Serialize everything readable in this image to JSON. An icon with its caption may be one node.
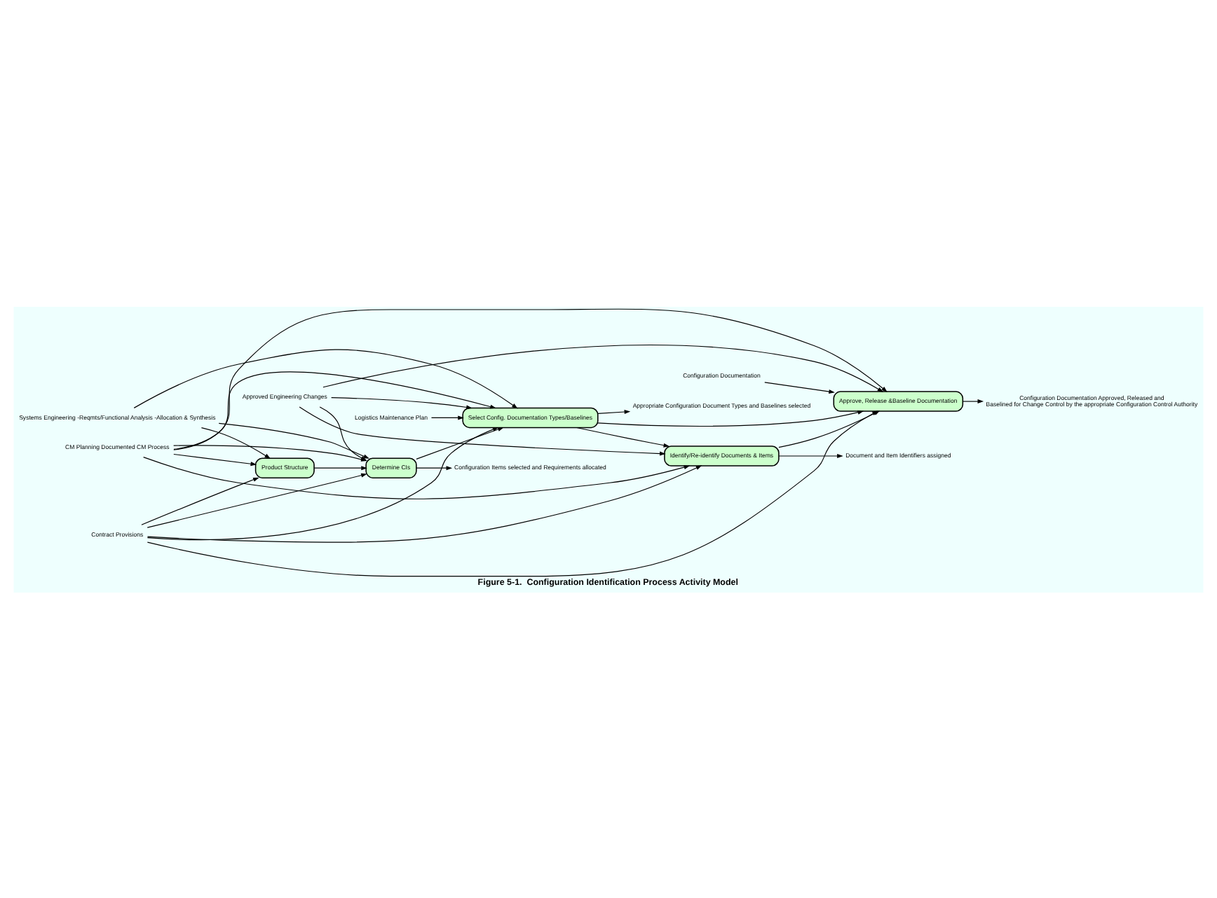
{
  "diagram": {
    "caption": "Figure 5-1.  Configuration Identification Process Activity Model",
    "nodes": [
      {
        "text": [
          "Contract Provisions"
        ]
      },
      {
        "text": [
          "Systems Engineering -Reqmts/Functional Analysis -Allocation & Synthesis"
        ]
      },
      {
        "text": [
          "Product Structure"
        ]
      },
      {
        "text": [
          "Determine CIs"
        ]
      },
      {
        "text": [
          "Select Config. Documentation Types/Baselines"
        ]
      },
      {
        "text": [
          "Identify/Re-identify Documents & Items"
        ]
      },
      {
        "text": [
          "Approve, Release &Baseline Documentation"
        ]
      },
      {
        "text": [
          "Logistics Maintenance Plan"
        ]
      },
      {
        "text": [
          "Approved Engineering Changes"
        ]
      },
      {
        "text": [
          "Configuration Documentation"
        ]
      },
      {
        "text": [
          "CM Planning Documented CM Process"
        ]
      },
      {
        "text": [
          "Configuration Items selected and Requirements allocated"
        ]
      },
      {
        "text": [
          "Appropriate Configuration Document Types and Baselines selected"
        ]
      },
      {
        "text": [
          "Document and Item Identifiers assigned"
        ]
      },
      {
        "text": [
          "Configuration Documentation Approved, Released and",
          "Baselined for Change Control by the appropriate Configuration Control Authority"
        ]
      }
    ],
    "edges": [
      {
        "from": 0,
        "to": 2,
        "arrow": "to"
      },
      {
        "from": 0,
        "to": 3,
        "arrow": "to"
      },
      {
        "from": 0,
        "to": 4,
        "arrow": "to"
      },
      {
        "from": 0,
        "to": 5,
        "arrow": "to"
      },
      {
        "from": 0,
        "to": 6,
        "arrow": "to"
      },
      {
        "from": 1,
        "to": 2,
        "arrow": "to"
      },
      {
        "from": 1,
        "to": 3,
        "arrow": "to"
      },
      {
        "from": 1,
        "to": 4,
        "arrow": "to"
      },
      {
        "from": 2,
        "to": 3,
        "arrow": "to"
      },
      {
        "from": 3,
        "to": 11,
        "arrow": "to"
      },
      {
        "from": 3,
        "to": 4,
        "arrow": "to"
      },
      {
        "from": 7,
        "to": 4,
        "arrow": "to"
      },
      {
        "from": 8,
        "to": 3,
        "arrow": "to"
      },
      {
        "from": 8,
        "to": 4,
        "arrow": "to"
      },
      {
        "from": 8,
        "to": 5,
        "arrow": "to"
      },
      {
        "from": 8,
        "to": 6,
        "arrow": "to"
      },
      {
        "from": 4,
        "to": 12,
        "arrow": "to"
      },
      {
        "from": 4,
        "to": 5,
        "arrow": "to"
      },
      {
        "from": 4,
        "to": 6,
        "arrow": "to"
      },
      {
        "from": 5,
        "to": 13,
        "arrow": "to"
      },
      {
        "from": 5,
        "to": 6,
        "arrow": "to"
      },
      {
        "from": 9,
        "to": 6,
        "arrow": "to"
      },
      {
        "from": 10,
        "to": 2,
        "arrow": "to"
      },
      {
        "from": 10,
        "to": 3,
        "arrow": "to"
      },
      {
        "from": 10,
        "to": 4,
        "arrow": "to"
      },
      {
        "from": 10,
        "to": 5,
        "arrow": "to"
      },
      {
        "from": 10,
        "to": 6,
        "arrow": "to"
      },
      {
        "from": 6,
        "to": 14,
        "arrow": "to"
      }
    ]
  }
}
